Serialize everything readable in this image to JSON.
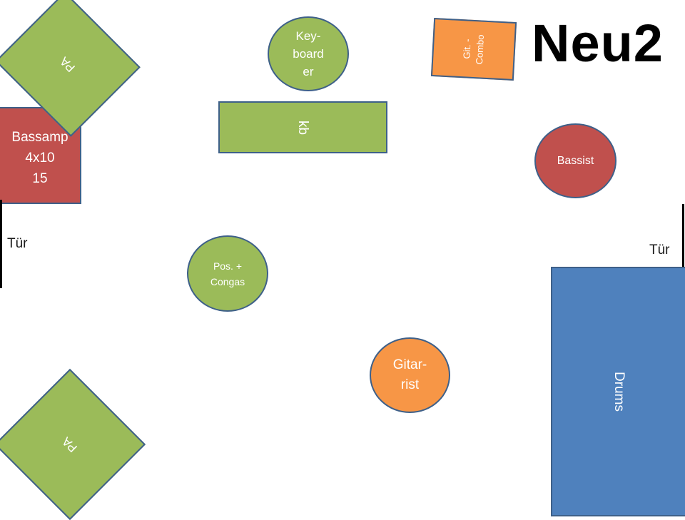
{
  "title": "Neu2",
  "shapes": {
    "pa_top": "PA",
    "pa_bottom": "PA",
    "bassamp": "Bassamp\n4x10\n15",
    "keyboarder": "Key-\nboard\ner",
    "kb": "kb",
    "git_combo": "Git. -\nCombo",
    "bassist": "Bassist",
    "percussion": "Pos. +\nCongas",
    "guitarist": "Gitar-\nrist",
    "drums": "Drums"
  },
  "doors": {
    "left": "Tür",
    "right": "Tür"
  },
  "colors": {
    "green": "#9bbb59",
    "red": "#c0504d",
    "orange": "#f79646",
    "blue": "#4f81bd",
    "outline": "#3e6089"
  }
}
